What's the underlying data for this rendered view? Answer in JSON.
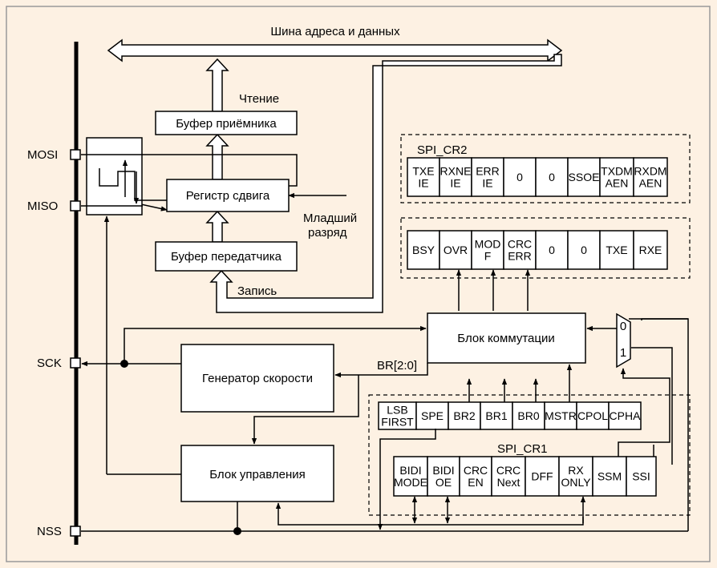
{
  "bus_label": "Шина адреса и данных",
  "blocks": {
    "rx_buffer": "Буфер приёмника",
    "shift_register": "Регистр сдвига",
    "tx_buffer": "Буфер передатчика",
    "switch_block": "Блок коммутации",
    "baud_generator": "Генератор скорости",
    "control_block": "Блок управления"
  },
  "labels": {
    "read": "Чтение",
    "write": "Запись",
    "lsb_line1": "Младший",
    "lsb_line2": "разряд",
    "br_bits": "BR[2:0]"
  },
  "pins": [
    "MOSI",
    "MISO",
    "SCK",
    "NSS"
  ],
  "mux": {
    "input0": "0",
    "input1": "1"
  },
  "registers": {
    "cr2": {
      "name": "SPI_CR2",
      "cells": [
        [
          "TXE",
          "IE"
        ],
        [
          "RXNE",
          "IE"
        ],
        [
          "ERR",
          "IE"
        ],
        [
          "0"
        ],
        [
          "0"
        ],
        [
          "SSOE"
        ],
        [
          "TXDM",
          "AEN"
        ],
        [
          "RXDM",
          "AEN"
        ]
      ]
    },
    "sr": {
      "cells": [
        [
          "BSY"
        ],
        [
          "OVR"
        ],
        [
          "MOD",
          "F"
        ],
        [
          "CRC",
          "ERR"
        ],
        [
          "0"
        ],
        [
          "0"
        ],
        [
          "TXE"
        ],
        [
          "RXE"
        ]
      ]
    },
    "cr1": {
      "name": "SPI_CR1",
      "top_cells": [
        [
          "LSB",
          "FIRST"
        ],
        [
          "SPE"
        ],
        [
          "BR2"
        ],
        [
          "BR1"
        ],
        [
          "BR0"
        ],
        [
          "MSTR"
        ],
        [
          "CPOL"
        ],
        [
          "CPHA"
        ]
      ],
      "bottom_cells": [
        [
          "BIDI",
          "MODE"
        ],
        [
          "BIDI",
          "OE"
        ],
        [
          "CRC",
          "EN"
        ],
        [
          "CRC",
          "Next"
        ],
        [
          "DFF"
        ],
        [
          "RX",
          "ONLY"
        ],
        [
          "SSM"
        ],
        [
          "SSI"
        ]
      ]
    }
  }
}
